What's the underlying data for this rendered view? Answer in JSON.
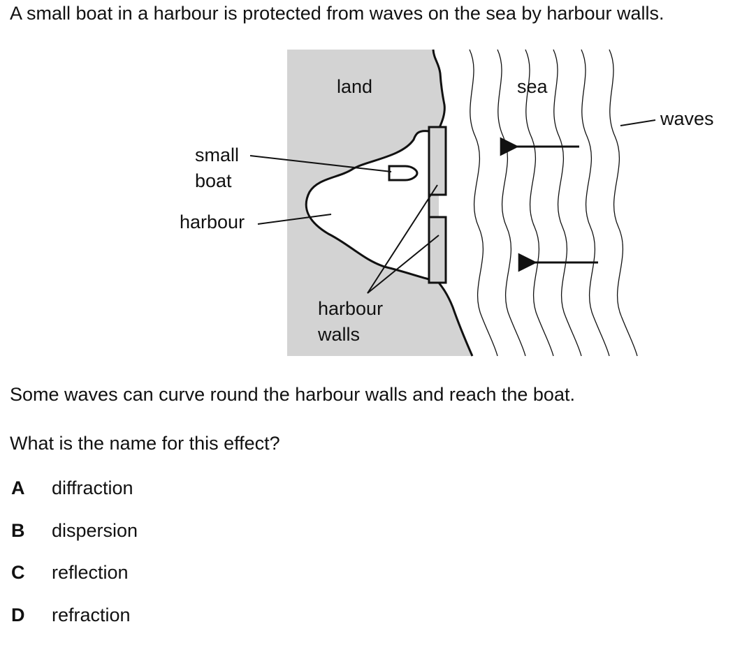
{
  "question": {
    "intro": "A small boat in a harbour is protected from waves on the sea by harbour walls.",
    "observation": "Some waves can curve round the harbour walls and reach the boat.",
    "prompt": "What is the name for this effect?"
  },
  "diagram": {
    "labels": {
      "land": "land",
      "sea": "sea",
      "waves": "waves",
      "small_boat_line1": "small",
      "small_boat_line2": "boat",
      "harbour": "harbour",
      "harbour_walls_line1": "harbour",
      "harbour_walls_line2": "walls"
    },
    "colors": {
      "land": "#d3d3d3",
      "lines": "#111111",
      "sea": "#ffffff"
    }
  },
  "options": [
    {
      "letter": "A",
      "text": "diffraction"
    },
    {
      "letter": "B",
      "text": "dispersion"
    },
    {
      "letter": "C",
      "text": "reflection"
    },
    {
      "letter": "D",
      "text": "refraction"
    }
  ]
}
